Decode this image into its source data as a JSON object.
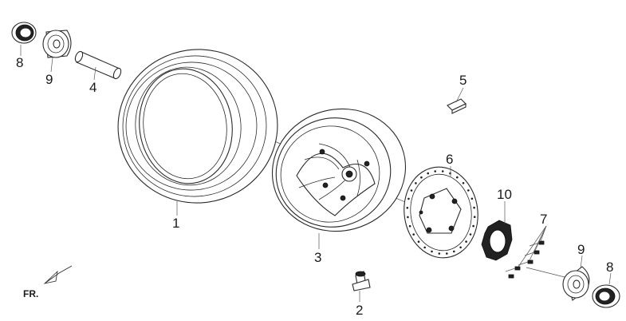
{
  "callouts": [
    "1",
    "2",
    "3",
    "4",
    "5",
    "6",
    "7",
    "8",
    "9",
    "10",
    "8",
    "9"
  ],
  "direction_label": "FR."
}
